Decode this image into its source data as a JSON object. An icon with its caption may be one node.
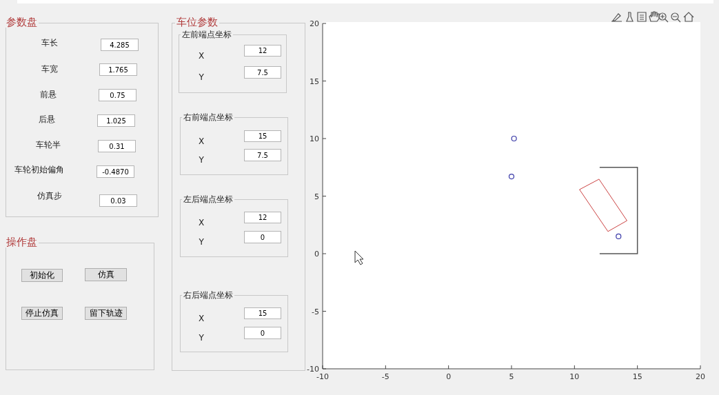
{
  "diagram": {
    "nodes": [
      {
        "text": [
          "参数盘"
        ]
      },
      {
        "text": [
          "4.285"
        ],
        "in": 0
      },
      {
        "text": [
          "1.765"
        ],
        "in": 0
      },
      {
        "text": [
          "0.75"
        ],
        "in": 0
      },
      {
        "text": [
          "1.025"
        ],
        "in": 0
      },
      {
        "text": [
          "0.31"
        ],
        "in": 0
      },
      {
        "text": [
          "-0.4870"
        ],
        "in": 0
      },
      {
        "text": [
          "0.03"
        ],
        "in": 0
      },
      {
        "text": [
          "操作盘"
        ]
      },
      {
        "text": [
          "初始化"
        ],
        "in": 8
      },
      {
        "text": [
          "仿真"
        ],
        "in": 8
      },
      {
        "text": [
          "停止仿真"
        ],
        "in": 8
      },
      {
        "text": [
          "留下轨迹"
        ],
        "in": 8
      },
      {
        "text": [
          "车位参数"
        ]
      },
      {
        "text": [
          "左前端点坐标"
        ],
        "in": 13
      },
      {
        "text": [
          "12"
        ],
        "in": 14
      },
      {
        "text": [
          "7.5"
        ],
        "in": 14
      },
      {
        "text": [
          "右前端点坐标"
        ],
        "in": 13
      },
      {
        "text": [
          "15"
        ],
        "in": 17
      },
      {
        "text": [
          "7.5"
        ],
        "in": 17
      },
      {
        "text": [
          "左后端点坐标"
        ],
        "in": 13
      },
      {
        "text": [
          "12"
        ],
        "in": 20
      },
      {
        "text": [
          "0"
        ],
        "in": 20
      },
      {
        "text": [
          "右后端点坐标"
        ],
        "in": 13
      },
      {
        "text": [
          "15"
        ],
        "in": 23
      },
      {
        "text": [
          "0"
        ],
        "in": 23
      }
    ],
    "labels": [
      "车长",
      "车宽",
      "前悬",
      "后悬",
      "车轮半",
      "车轮初始偏角",
      "仿真步",
      "X",
      "Y",
      "X",
      "Y",
      "X",
      "Y",
      "X",
      "Y"
    ],
    "chart_data": {
      "type": "scatter",
      "x": [
        5.2,
        5,
        13.5
      ],
      "series": [
        {
          "color": "#3a3aa8",
          "values": [
            10,
            6.7,
            1.5
          ]
        }
      ],
      "xlim": [
        -10,
        20
      ],
      "ylim": [
        -10,
        20
      ],
      "xticks": [
        -10,
        -5,
        0,
        5,
        10,
        15,
        20
      ],
      "yticks": [
        -10,
        -5,
        0,
        5,
        10,
        15,
        20
      ]
    }
  }
}
